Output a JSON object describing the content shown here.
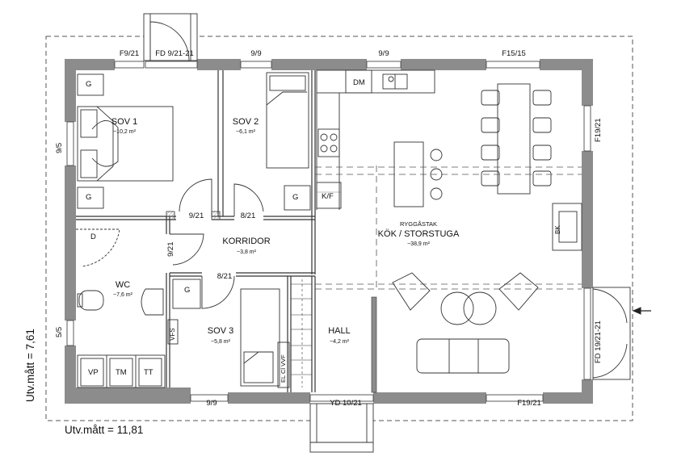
{
  "rooms": {
    "sov1": {
      "name": "SOV 1",
      "area": "~10,2 m²"
    },
    "sov2": {
      "name": "SOV 2",
      "area": "~6,1 m²"
    },
    "korridor": {
      "name": "KORRIDOR",
      "area": "~3,8 m²"
    },
    "wc": {
      "name": "WC",
      "area": "~7,6 m²"
    },
    "sov3": {
      "name": "SOV 3",
      "area": "~5,8 m²"
    },
    "hall": {
      "name": "HALL",
      "area": "~4,2 m²"
    },
    "kok": {
      "note": "RYGGÅSTAK",
      "name": "KÖK / STORSTUGA",
      "area": "~38,9 m²"
    }
  },
  "windows": {
    "f9_21_top": "F9/21",
    "fd_9_21_21": "FD 9/21-21",
    "f9_9_sov2": "9/9",
    "f9_9_kok": "9/9",
    "f15_15": "F15/15",
    "f19_21_right": "F19/21",
    "fd_19_21_21": "FD 19/21-21",
    "f9_5_left": "9/5",
    "f5_5_left": "5/5",
    "f9_9_bottom": "9/9",
    "yd_10_21": "YD 10/21",
    "f19_21_bottom": "F19/21"
  },
  "doors": {
    "sov1_door": "9/21",
    "sov2_door": "8/21",
    "wc_door": "9/21",
    "sov3_door": "8/21"
  },
  "symbols": {
    "g": "G",
    "dm": "DM",
    "kf": "K/F",
    "d": "D",
    "bk": "BK",
    "vp": "VP",
    "tm": "TM",
    "tt": "TT",
    "vfs": "VFS",
    "el_cl_vvf": "EL Cl VVF"
  },
  "dimensions": {
    "width": "Utv.mått = 11,81",
    "height": "Utv.mått = 7,61"
  },
  "colors": {
    "wall": "#8c8c8c",
    "wall_dark": "#7a7a7a",
    "line": "#333333",
    "dash": "#555555"
  }
}
